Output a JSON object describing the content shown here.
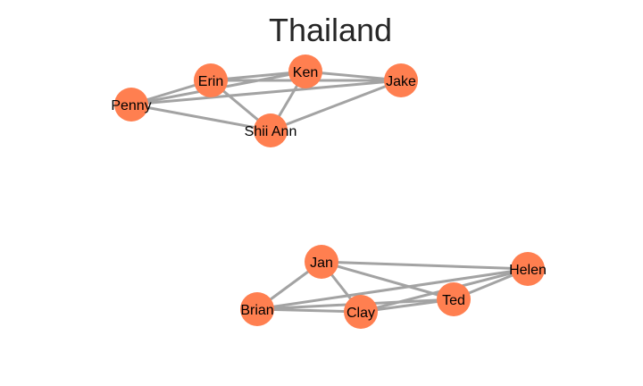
{
  "title": "Thailand",
  "colors": {
    "node": "#ff7f50",
    "edge": "#a3a3a3"
  },
  "graph": {
    "nodes": [
      {
        "id": "Penny",
        "label": "Penny"
      },
      {
        "id": "Erin",
        "label": "Erin"
      },
      {
        "id": "Ken",
        "label": "Ken"
      },
      {
        "id": "Jake",
        "label": "Jake"
      },
      {
        "id": "Shii Ann",
        "label": "Shii Ann"
      },
      {
        "id": "Jan",
        "label": "Jan"
      },
      {
        "id": "Brian",
        "label": "Brian"
      },
      {
        "id": "Clay",
        "label": "Clay"
      },
      {
        "id": "Ted",
        "label": "Ted"
      },
      {
        "id": "Helen",
        "label": "Helen"
      }
    ],
    "edges": [
      [
        "Penny",
        "Erin"
      ],
      [
        "Penny",
        "Ken"
      ],
      [
        "Penny",
        "Jake"
      ],
      [
        "Penny",
        "Shii Ann"
      ],
      [
        "Erin",
        "Ken"
      ],
      [
        "Erin",
        "Jake"
      ],
      [
        "Erin",
        "Shii Ann"
      ],
      [
        "Ken",
        "Jake"
      ],
      [
        "Ken",
        "Shii Ann"
      ],
      [
        "Jake",
        "Shii Ann"
      ],
      [
        "Jan",
        "Brian"
      ],
      [
        "Jan",
        "Clay"
      ],
      [
        "Jan",
        "Ted"
      ],
      [
        "Jan",
        "Helen"
      ],
      [
        "Brian",
        "Clay"
      ],
      [
        "Brian",
        "Ted"
      ],
      [
        "Brian",
        "Helen"
      ],
      [
        "Clay",
        "Ted"
      ],
      [
        "Clay",
        "Helen"
      ],
      [
        "Ted",
        "Helen"
      ]
    ]
  }
}
